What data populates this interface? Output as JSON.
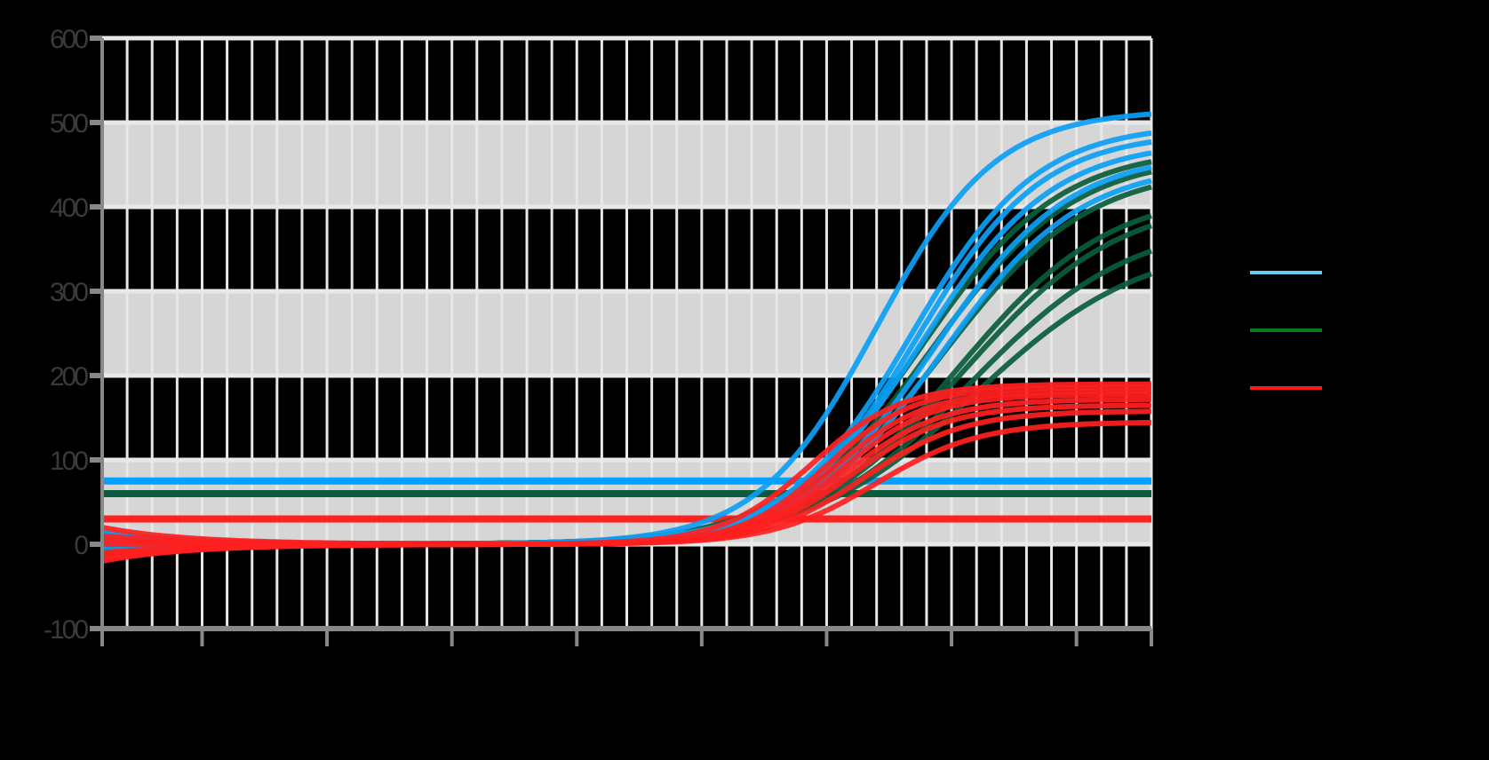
{
  "chart_data": {
    "type": "line",
    "title": "",
    "xlabel": "",
    "ylabel": "",
    "xlim": [
      1,
      43
    ],
    "ylim": [
      -100,
      600
    ],
    "x_ticks": [
      1,
      5,
      10,
      15,
      20,
      25,
      30,
      35,
      40,
      43
    ],
    "x_tick_labels_visible": false,
    "y_ticks": [
      -100,
      0,
      100,
      200,
      300,
      400,
      500,
      600
    ],
    "y_tick_labels": [
      "-100",
      "0",
      "100",
      "200",
      "300",
      "400",
      "500",
      "600"
    ],
    "grid": {
      "vertical_every_cycle": true,
      "horizontal_bands": [
        [
          0,
          100
        ],
        [
          200,
          300
        ],
        [
          400,
          500
        ]
      ],
      "band_color": "#d6d6d6",
      "gridline_color": "#e8e8e8"
    },
    "legend": {
      "position": "right",
      "entries": [
        {
          "name": "",
          "color": "#66ccf5"
        },
        {
          "name": "",
          "color": "#0a7a1e"
        },
        {
          "name": "",
          "color": "#ff1a1a"
        }
      ]
    },
    "thresholds": [
      {
        "series": "blue",
        "value": 75,
        "color": "#00a2ff"
      },
      {
        "series": "green",
        "value": 60,
        "color": "#0a5c3c"
      },
      {
        "series": "red",
        "value": 30,
        "color": "#ff2020"
      }
    ],
    "series": [
      {
        "name": "blue",
        "color": "#0aa0f5",
        "curves": [
          {
            "plateau": 515,
            "midpoint": 32.0,
            "slope": 0.42,
            "start": 15
          },
          {
            "plateau": 498,
            "midpoint": 33.4,
            "slope": 0.4,
            "start": 10
          },
          {
            "plateau": 488,
            "midpoint": 33.6,
            "slope": 0.4,
            "start": 5
          },
          {
            "plateau": 478,
            "midpoint": 33.8,
            "slope": 0.38,
            "start": 8
          },
          {
            "plateau": 465,
            "midpoint": 34.3,
            "slope": 0.37,
            "start": 0
          },
          {
            "plateau": 452,
            "midpoint": 34.6,
            "slope": 0.36,
            "start": -5
          }
        ]
      },
      {
        "name": "green",
        "color": "#0a5c3c",
        "curves": [
          {
            "plateau": 470,
            "midpoint": 33.8,
            "slope": 0.36,
            "start": 10
          },
          {
            "plateau": 462,
            "midpoint": 34.2,
            "slope": 0.35,
            "start": 5
          },
          {
            "plateau": 448,
            "midpoint": 34.6,
            "slope": 0.34,
            "start": 0
          },
          {
            "plateau": 420,
            "midpoint": 35.3,
            "slope": 0.33,
            "start": -5
          },
          {
            "plateau": 412,
            "midpoint": 35.5,
            "slope": 0.32,
            "start": 12
          },
          {
            "plateau": 385,
            "midpoint": 35.8,
            "slope": 0.31,
            "start": 3
          },
          {
            "plateau": 360,
            "midpoint": 36.0,
            "slope": 0.3,
            "start": -8
          }
        ]
      },
      {
        "name": "red",
        "color": "#ff2020",
        "curves": [
          {
            "plateau": 190,
            "midpoint": 29.4,
            "slope": 0.55,
            "start": 20
          },
          {
            "plateau": 186,
            "midpoint": 30.0,
            "slope": 0.58,
            "start": -15
          },
          {
            "plateau": 182,
            "midpoint": 30.3,
            "slope": 0.55,
            "start": 10
          },
          {
            "plateau": 178,
            "midpoint": 30.6,
            "slope": 0.55,
            "start": -20
          },
          {
            "plateau": 172,
            "midpoint": 30.8,
            "slope": 0.52,
            "start": 5
          },
          {
            "plateau": 165,
            "midpoint": 31.0,
            "slope": 0.52,
            "start": -10
          },
          {
            "plateau": 158,
            "midpoint": 31.5,
            "slope": 0.5,
            "start": 0
          },
          {
            "plateau": 145,
            "midpoint": 32.0,
            "slope": 0.48,
            "start": -18
          }
        ]
      }
    ]
  },
  "axes": {
    "y_labels": [
      "600",
      "500",
      "400",
      "300",
      "200",
      "100",
      "0",
      "-100"
    ]
  },
  "legend": {
    "items": [
      {
        "label": "",
        "color": "#66ccf5"
      },
      {
        "label": "",
        "color": "#0a7a1e"
      },
      {
        "label": "",
        "color": "#ff1a1a"
      }
    ]
  }
}
